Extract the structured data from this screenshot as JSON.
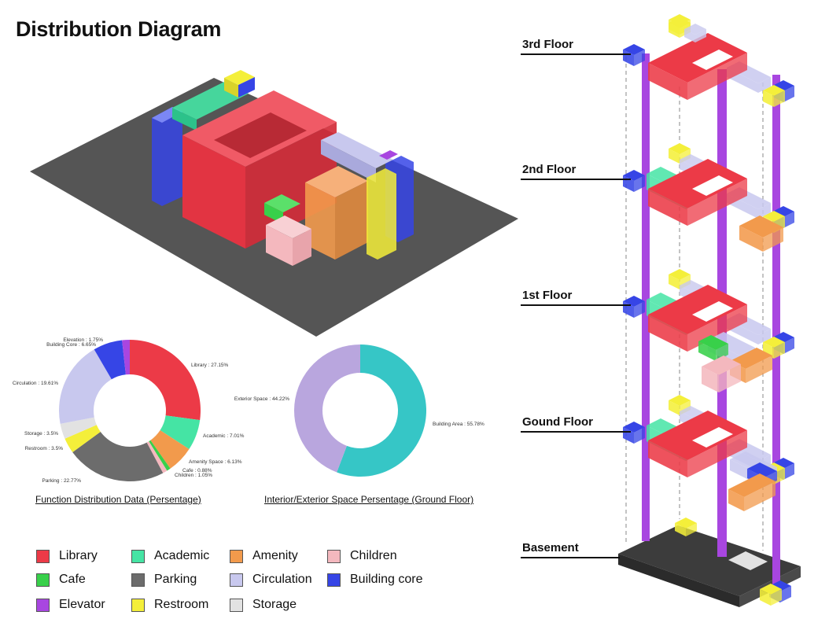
{
  "title": "Distribution Diagram",
  "colors": {
    "library": "#ec3a47",
    "academic": "#45e4a4",
    "amenity": "#f29a4c",
    "children": "#f4b8be",
    "cafe": "#38d04a",
    "parking": "#6c6c6c",
    "circulation": "#c8c8ee",
    "building_core": "#3645e6",
    "elevator": "#a846e0",
    "restroom": "#f4ef3a",
    "storage": "#e2e2e2",
    "building_area": "#36c6c6",
    "exterior_space": "#b9a6de",
    "site": "#555555"
  },
  "chart_data": [
    {
      "type": "pie",
      "caption": "Function Distribution Data (Persentage)",
      "slices": [
        {
          "label": "Library",
          "value": 27.15,
          "color_key": "library",
          "text": "Library : 27.15%"
        },
        {
          "label": "Academic",
          "value": 7.01,
          "color_key": "academic",
          "text": "Academic : 7.01%"
        },
        {
          "label": "Amenity Space",
          "value": 6.13,
          "color_key": "amenity",
          "text": "Amenity Space : 6.13%"
        },
        {
          "label": "Cafe",
          "value": 0.88,
          "color_key": "cafe",
          "text": "Cafe : 0.88%"
        },
        {
          "label": "Children",
          "value": 1.05,
          "color_key": "children",
          "text": "Children : 1.05%"
        },
        {
          "label": "Parking",
          "value": 22.77,
          "color_key": "parking",
          "text": "Parking : 22.77%"
        },
        {
          "label": "Restroom",
          "value": 3.5,
          "color_key": "restroom",
          "text": "Restroom : 3.5%"
        },
        {
          "label": "Storage",
          "value": 3.5,
          "color_key": "storage",
          "text": "Storage : 3.5%"
        },
        {
          "label": "Circulation",
          "value": 19.61,
          "color_key": "circulation",
          "text": "Circulation : 19.61%"
        },
        {
          "label": "Building Core",
          "value": 6.65,
          "color_key": "building_core",
          "text": "Building Core : 6.65%"
        },
        {
          "label": "Elevation",
          "value": 1.75,
          "color_key": "elevator",
          "text": "Elevation : 1.75%"
        }
      ]
    },
    {
      "type": "pie",
      "caption": "Interior/Exterior Space Persentage (Ground Floor)",
      "slices": [
        {
          "label": "Building Area",
          "value": 55.78,
          "color_key": "building_area",
          "text": "Building Area : 55.78%"
        },
        {
          "label": "Exterior Space",
          "value": 44.22,
          "color_key": "exterior_space",
          "text": "Exterior Space : 44.22%"
        }
      ]
    }
  ],
  "legend": [
    {
      "label": "Library",
      "color_key": "library"
    },
    {
      "label": "Cafe",
      "color_key": "cafe"
    },
    {
      "label": "Elevator",
      "color_key": "elevator"
    },
    {
      "label": "Academic",
      "color_key": "academic"
    },
    {
      "label": "Parking",
      "color_key": "parking"
    },
    {
      "label": "Restroom",
      "color_key": "restroom"
    },
    {
      "label": "Amenity",
      "color_key": "amenity"
    },
    {
      "label": "Circulation",
      "color_key": "circulation"
    },
    {
      "label": "Storage",
      "color_key": "storage"
    },
    {
      "label": "Children",
      "color_key": "children"
    },
    {
      "label": "Building core",
      "color_key": "building_core"
    }
  ],
  "floors": [
    {
      "label": "3rd Floor"
    },
    {
      "label": "2nd Floor"
    },
    {
      "label": "1st Floor"
    },
    {
      "label": "Gound Floor"
    },
    {
      "label": "Basement"
    }
  ]
}
